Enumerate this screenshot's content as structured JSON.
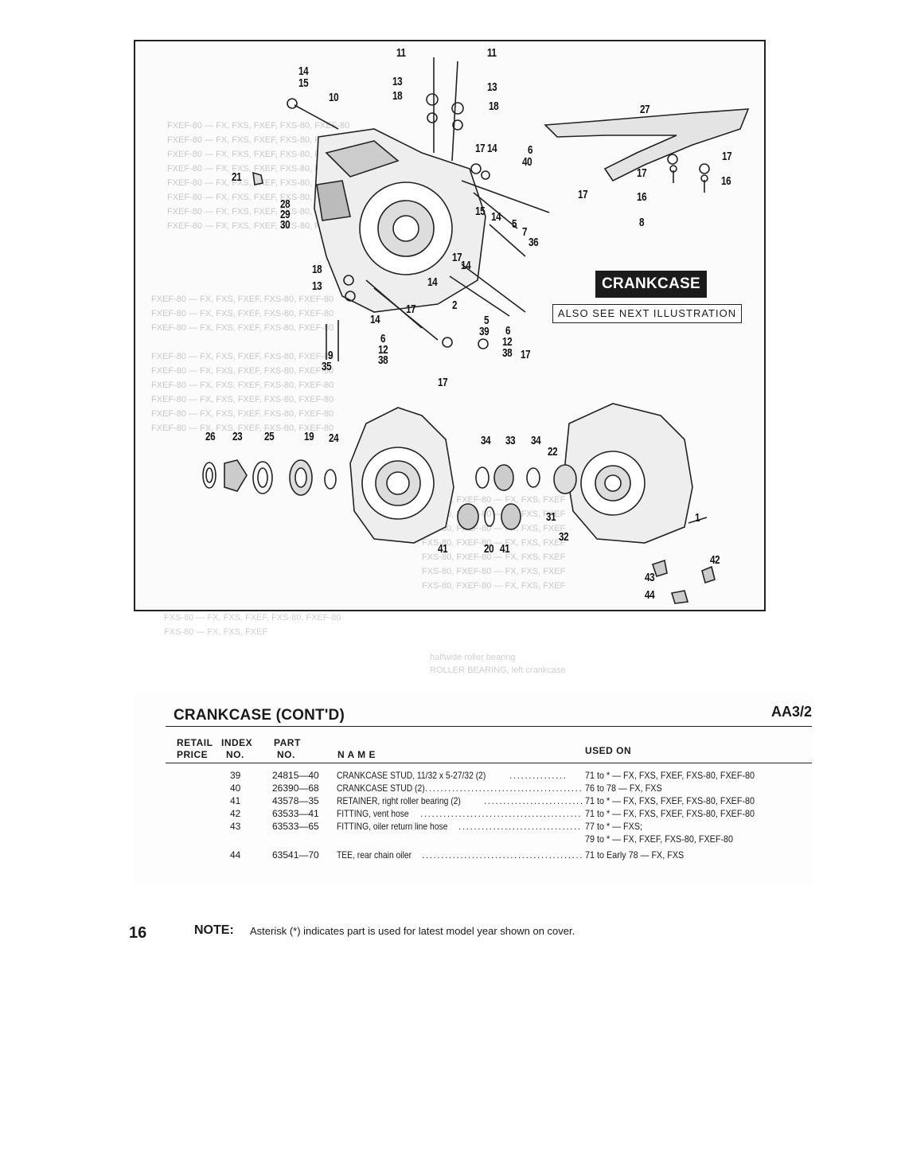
{
  "diagram": {
    "badge": "CRANKCASE",
    "see_next": "ALSO SEE NEXT ILLUSTRATION",
    "callouts": [
      "11",
      "11",
      "14",
      "15",
      "13",
      "13",
      "18",
      "10",
      "18",
      "27",
      "17",
      "14",
      "6",
      "40",
      "17",
      "16",
      "17",
      "16",
      "21",
      "17",
      "15",
      "14",
      "28",
      "29",
      "30",
      "8",
      "5",
      "7",
      "36",
      "17",
      "14",
      "18",
      "13",
      "14",
      "2",
      "17",
      "14",
      "5",
      "39",
      "6",
      "12",
      "38",
      "17",
      "6",
      "9",
      "12",
      "38",
      "35",
      "17",
      "26",
      "23",
      "25",
      "19",
      "24",
      "34",
      "33",
      "34",
      "22",
      "1",
      "31",
      "32",
      "41",
      "20",
      "41",
      "42",
      "43",
      "44"
    ]
  },
  "section": {
    "title": "CRANKCASE (CONT'D)",
    "page_code": "AA3/2"
  },
  "table": {
    "headers": {
      "retail": "RETAIL",
      "price": "PRICE",
      "index": "INDEX",
      "index_no": "NO.",
      "part": "PART",
      "part_no": "NO.",
      "name": "N A M E",
      "used_on": "USED ON"
    },
    "rows": [
      {
        "index": "39",
        "part": "24815—40",
        "name": "CRANKCASE STUD, 11/32 x 5-27/32 (2)",
        "used": [
          "71 to * — FX, FXS, FXEF, FXS-80, FXEF-80"
        ]
      },
      {
        "index": "40",
        "part": "26390—68",
        "name": "CRANKCASE STUD (2)",
        "used": [
          "76 to 78 — FX, FXS"
        ]
      },
      {
        "index": "41",
        "part": "43578—35",
        "name": "RETAINER, right roller bearing (2)",
        "used": [
          "71 to * — FX, FXS, FXEF, FXS-80, FXEF-80"
        ]
      },
      {
        "index": "42",
        "part": "63533—41",
        "name": "FITTING, vent hose",
        "used": [
          "71 to * — FX, FXS, FXEF, FXS-80, FXEF-80"
        ]
      },
      {
        "index": "43",
        "part": "63533—65",
        "name": "FITTING, oiler return line hose",
        "used": [
          "77 to * — FXS;",
          "79 to * — FX, FXEF, FXS-80, FXEF-80"
        ]
      },
      {
        "index": "44",
        "part": "63541—70",
        "name": "TEE, rear chain oiler",
        "used": [
          "71 to Early 78 — FX, FXS"
        ]
      }
    ]
  },
  "footer": {
    "page_number": "16",
    "note_label": "NOTE:",
    "note_text": "Asterisk (*) indicates part is used for latest model year shown on cover."
  }
}
